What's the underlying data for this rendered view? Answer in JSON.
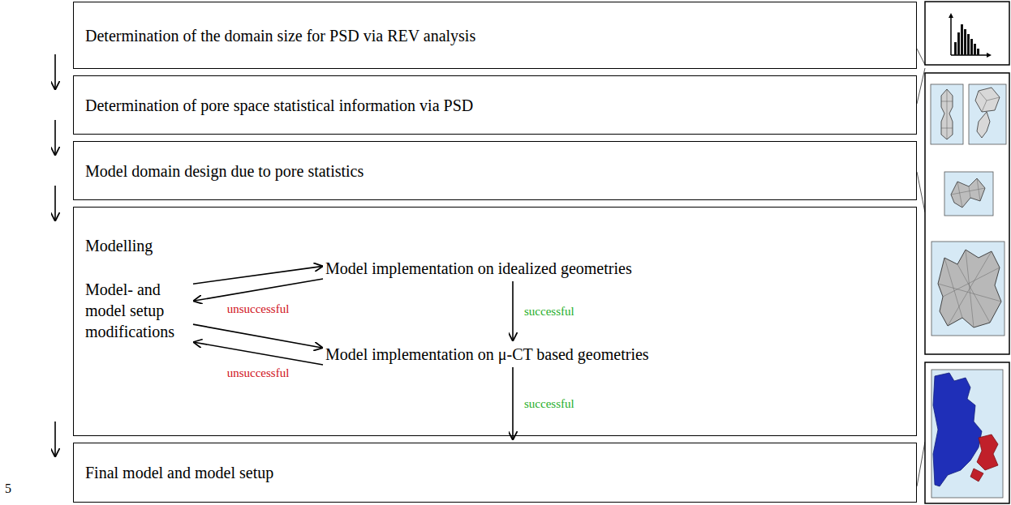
{
  "diagram": {
    "nodes": [
      {
        "text": [
          "Determination of the domain size for PSD via REV analysis"
        ]
      },
      {
        "text": [
          "Determination of pore space statistical information via PSD"
        ]
      },
      {
        "text": [
          "Model domain design due to pore statistics"
        ]
      },
      {
        "text": [
          "Modelling"
        ]
      },
      {
        "text": [
          "Model- and model setup modifications"
        ],
        "in": 3
      },
      {
        "text": [
          "Model implementation on idealized geometries"
        ],
        "in": 3
      },
      {
        "text": [
          "Model implementation on μ-CT based geometries"
        ],
        "in": 3
      },
      {
        "text": [
          "Final model and model setup"
        ]
      }
    ],
    "edges": [
      {
        "from": 0,
        "to": 1,
        "arrow": "to"
      },
      {
        "from": 1,
        "to": 2,
        "arrow": "to"
      },
      {
        "from": 2,
        "to": 3,
        "arrow": "to"
      },
      {
        "from": 3,
        "to": 7,
        "arrow": "to"
      },
      {
        "from": 4,
        "to": 5,
        "arrow": "to"
      },
      {
        "from": 5,
        "to": 4,
        "label": "unsuccessful",
        "arrow": "to"
      },
      {
        "from": 5,
        "to": 6,
        "label": "successful",
        "arrow": "to"
      },
      {
        "from": 6,
        "to": 4,
        "label": "unsuccessful",
        "arrow": "to"
      },
      {
        "from": 4,
        "to": 6,
        "arrow": "to"
      },
      {
        "from": 6,
        "to": 7,
        "label": "successful",
        "arrow": "to"
      }
    ],
    "labels": [
      "5"
    ]
  }
}
